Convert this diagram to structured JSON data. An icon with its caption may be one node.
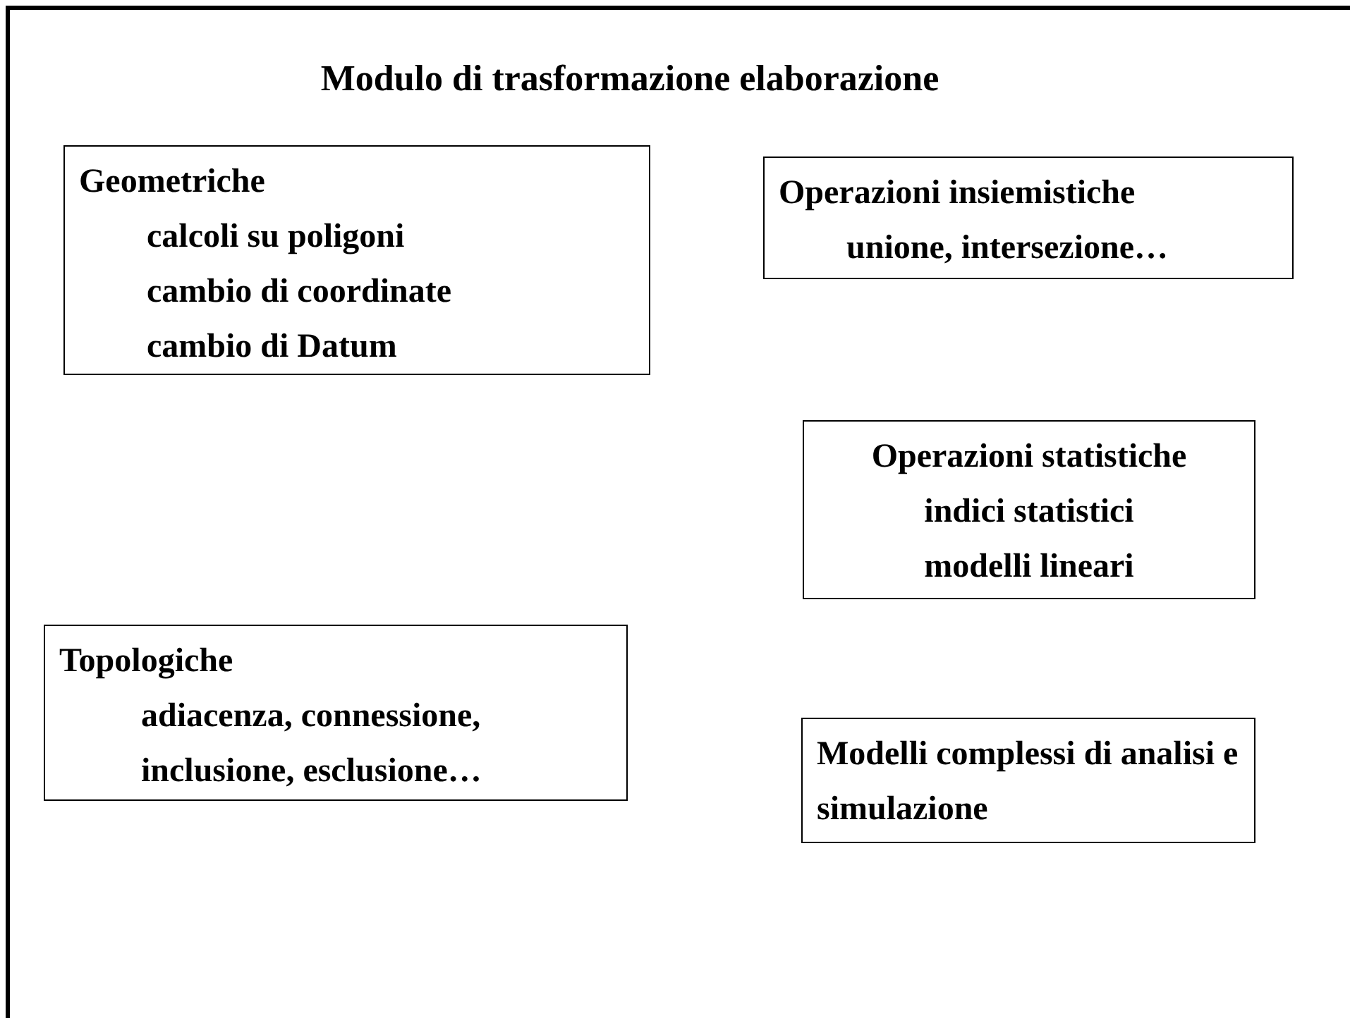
{
  "diagram": {
    "title": "Modulo di trasformazione elaborazione",
    "nodes": [
      {
        "text": [
          "Geometriche",
          "calcoli su poligoni",
          "cambio di coordinate",
          "cambio di Datum"
        ]
      },
      {
        "text": [
          "Operazioni insiemistiche",
          "unione, intersezione…"
        ]
      },
      {
        "text": [
          "Operazioni statistiche",
          "indici statistici",
          "modelli lineari"
        ]
      },
      {
        "text": [
          "Topologiche",
          "adiacenza, connessione,",
          "inclusione, esclusione…"
        ]
      },
      {
        "text": [
          "Modelli complessi di analisi e simulazione"
        ]
      }
    ],
    "edges": []
  }
}
